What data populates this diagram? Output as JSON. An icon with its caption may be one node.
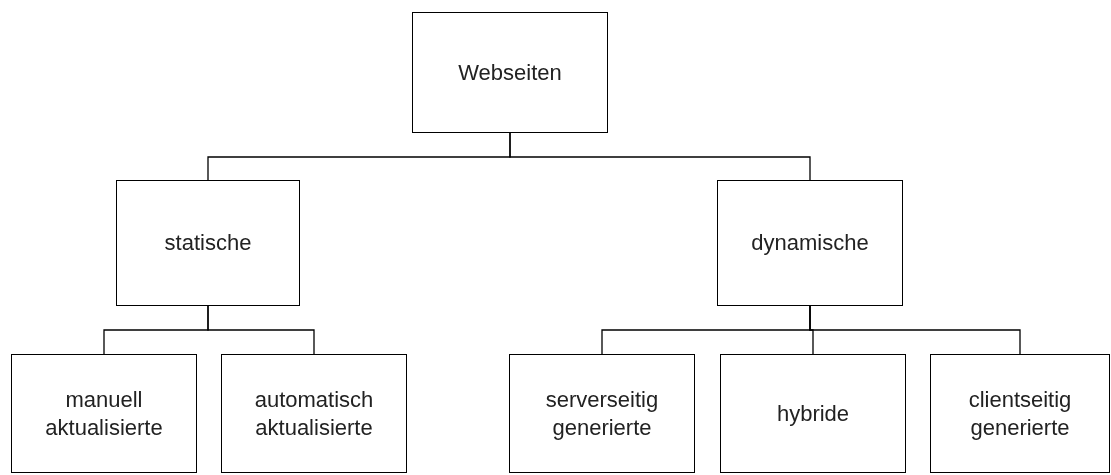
{
  "diagram": {
    "nodes": [
      {
        "text": [
          "Webseiten"
        ]
      },
      {
        "text": [
          "statische"
        ]
      },
      {
        "text": [
          "dynamische"
        ]
      },
      {
        "text": [
          "manuell aktualisierte"
        ]
      },
      {
        "text": [
          "automatisch aktualisierte"
        ]
      },
      {
        "text": [
          "serverseitig generierte"
        ]
      },
      {
        "text": [
          "hybride"
        ]
      },
      {
        "text": [
          "clientseitig generierte"
        ]
      }
    ],
    "edges": [
      {
        "from": 0,
        "to": 1,
        "arrow": "none"
      },
      {
        "from": 0,
        "to": 2,
        "arrow": "none"
      },
      {
        "from": 1,
        "to": 3,
        "arrow": "none"
      },
      {
        "from": 1,
        "to": 4,
        "arrow": "none"
      },
      {
        "from": 2,
        "to": 5,
        "arrow": "none"
      },
      {
        "from": 2,
        "to": 6,
        "arrow": "none"
      },
      {
        "from": 2,
        "to": 7,
        "arrow": "none"
      }
    ]
  }
}
